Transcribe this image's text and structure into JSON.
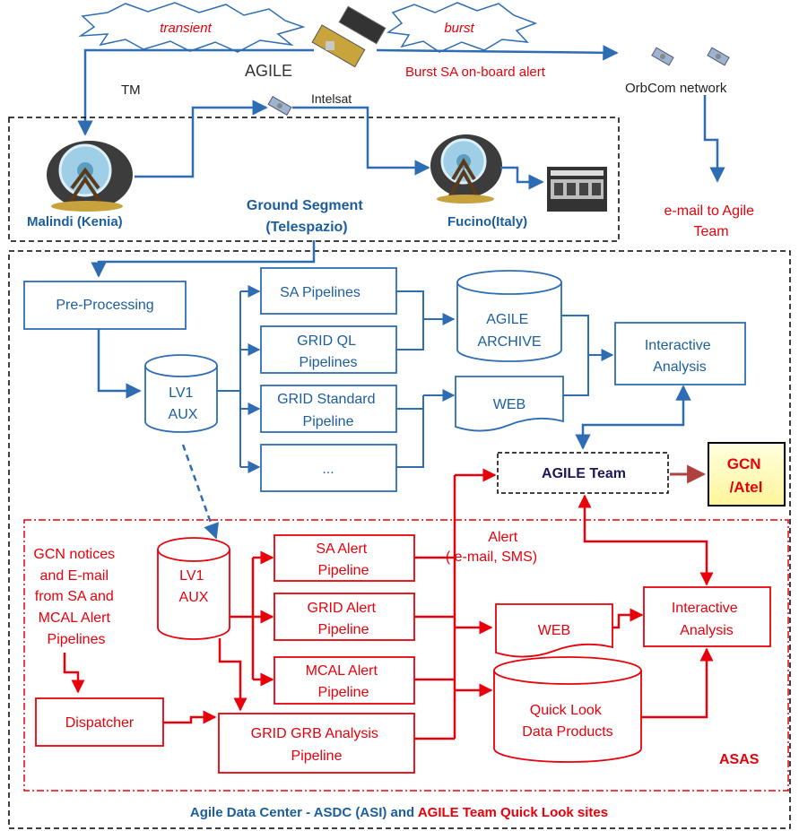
{
  "colors": {
    "blue": "#2E6DB4",
    "navy": "#1B5E9E",
    "red": "#E8000B",
    "brown": "#B0413E",
    "gcn_fill": "#FFFFC0"
  },
  "top": {
    "transient_label": "transient",
    "burst_label": "burst",
    "agile_label": "AGILE",
    "burst_alert_label": "Burst SA on-board alert",
    "orbcom_label": "OrbCom network",
    "tm_label": "TM",
    "intelsat_label": "Intelsat",
    "email_lines": [
      "e-mail to Agile",
      "Team"
    ]
  },
  "ground_segment": {
    "malindi_label": "Malindi (Kenia)",
    "fucino_label": "Fucino(Italy)",
    "title_lines": [
      "Ground Segment",
      "(Telespazio)"
    ]
  },
  "data_center": {
    "preprocessing": "Pre-Processing",
    "lv1_lines": [
      "LV1",
      "AUX"
    ],
    "sa_pipelines": "SA Pipelines",
    "grid_ql_lines": [
      "GRID QL",
      "Pipelines"
    ],
    "grid_std_lines": [
      "GRID Standard",
      "Pipeline"
    ],
    "ellipsis": "...",
    "archive_lines": [
      "AGILE",
      "ARCHIVE"
    ],
    "web": "WEB",
    "interactive_lines": [
      "Interactive",
      "Analysis"
    ],
    "footer_part1": "Agile Data Center - ASDC (ASI) and ",
    "footer_part2": "AGILE Team Quick Look sites"
  },
  "team": {
    "agile_team": "AGILE Team",
    "gcn_lines": [
      "GCN",
      "/Atel"
    ]
  },
  "asas": {
    "gcn_notices_lines": [
      "GCN notices",
      "and E-mail",
      "from SA and",
      "MCAL  Alert",
      "Pipelines"
    ],
    "lv1_lines": [
      "LV1",
      "AUX"
    ],
    "sa_alert_lines": [
      "SA Alert",
      "Pipeline"
    ],
    "grid_alert_lines": [
      "GRID Alert",
      "Pipeline"
    ],
    "mcal_alert_lines": [
      "MCAL Alert",
      "Pipeline"
    ],
    "alert_lines": [
      "Alert",
      "( e-mail,  SMS)"
    ],
    "web": "WEB",
    "interactive_lines": [
      "Interactive",
      "Analysis"
    ],
    "quicklook_lines": [
      "Quick Look",
      "Data Products"
    ],
    "dispatcher": "Dispatcher",
    "grb_lines": [
      "GRID GRB Analysis",
      "Pipeline"
    ],
    "asas_label": "ASAS"
  }
}
